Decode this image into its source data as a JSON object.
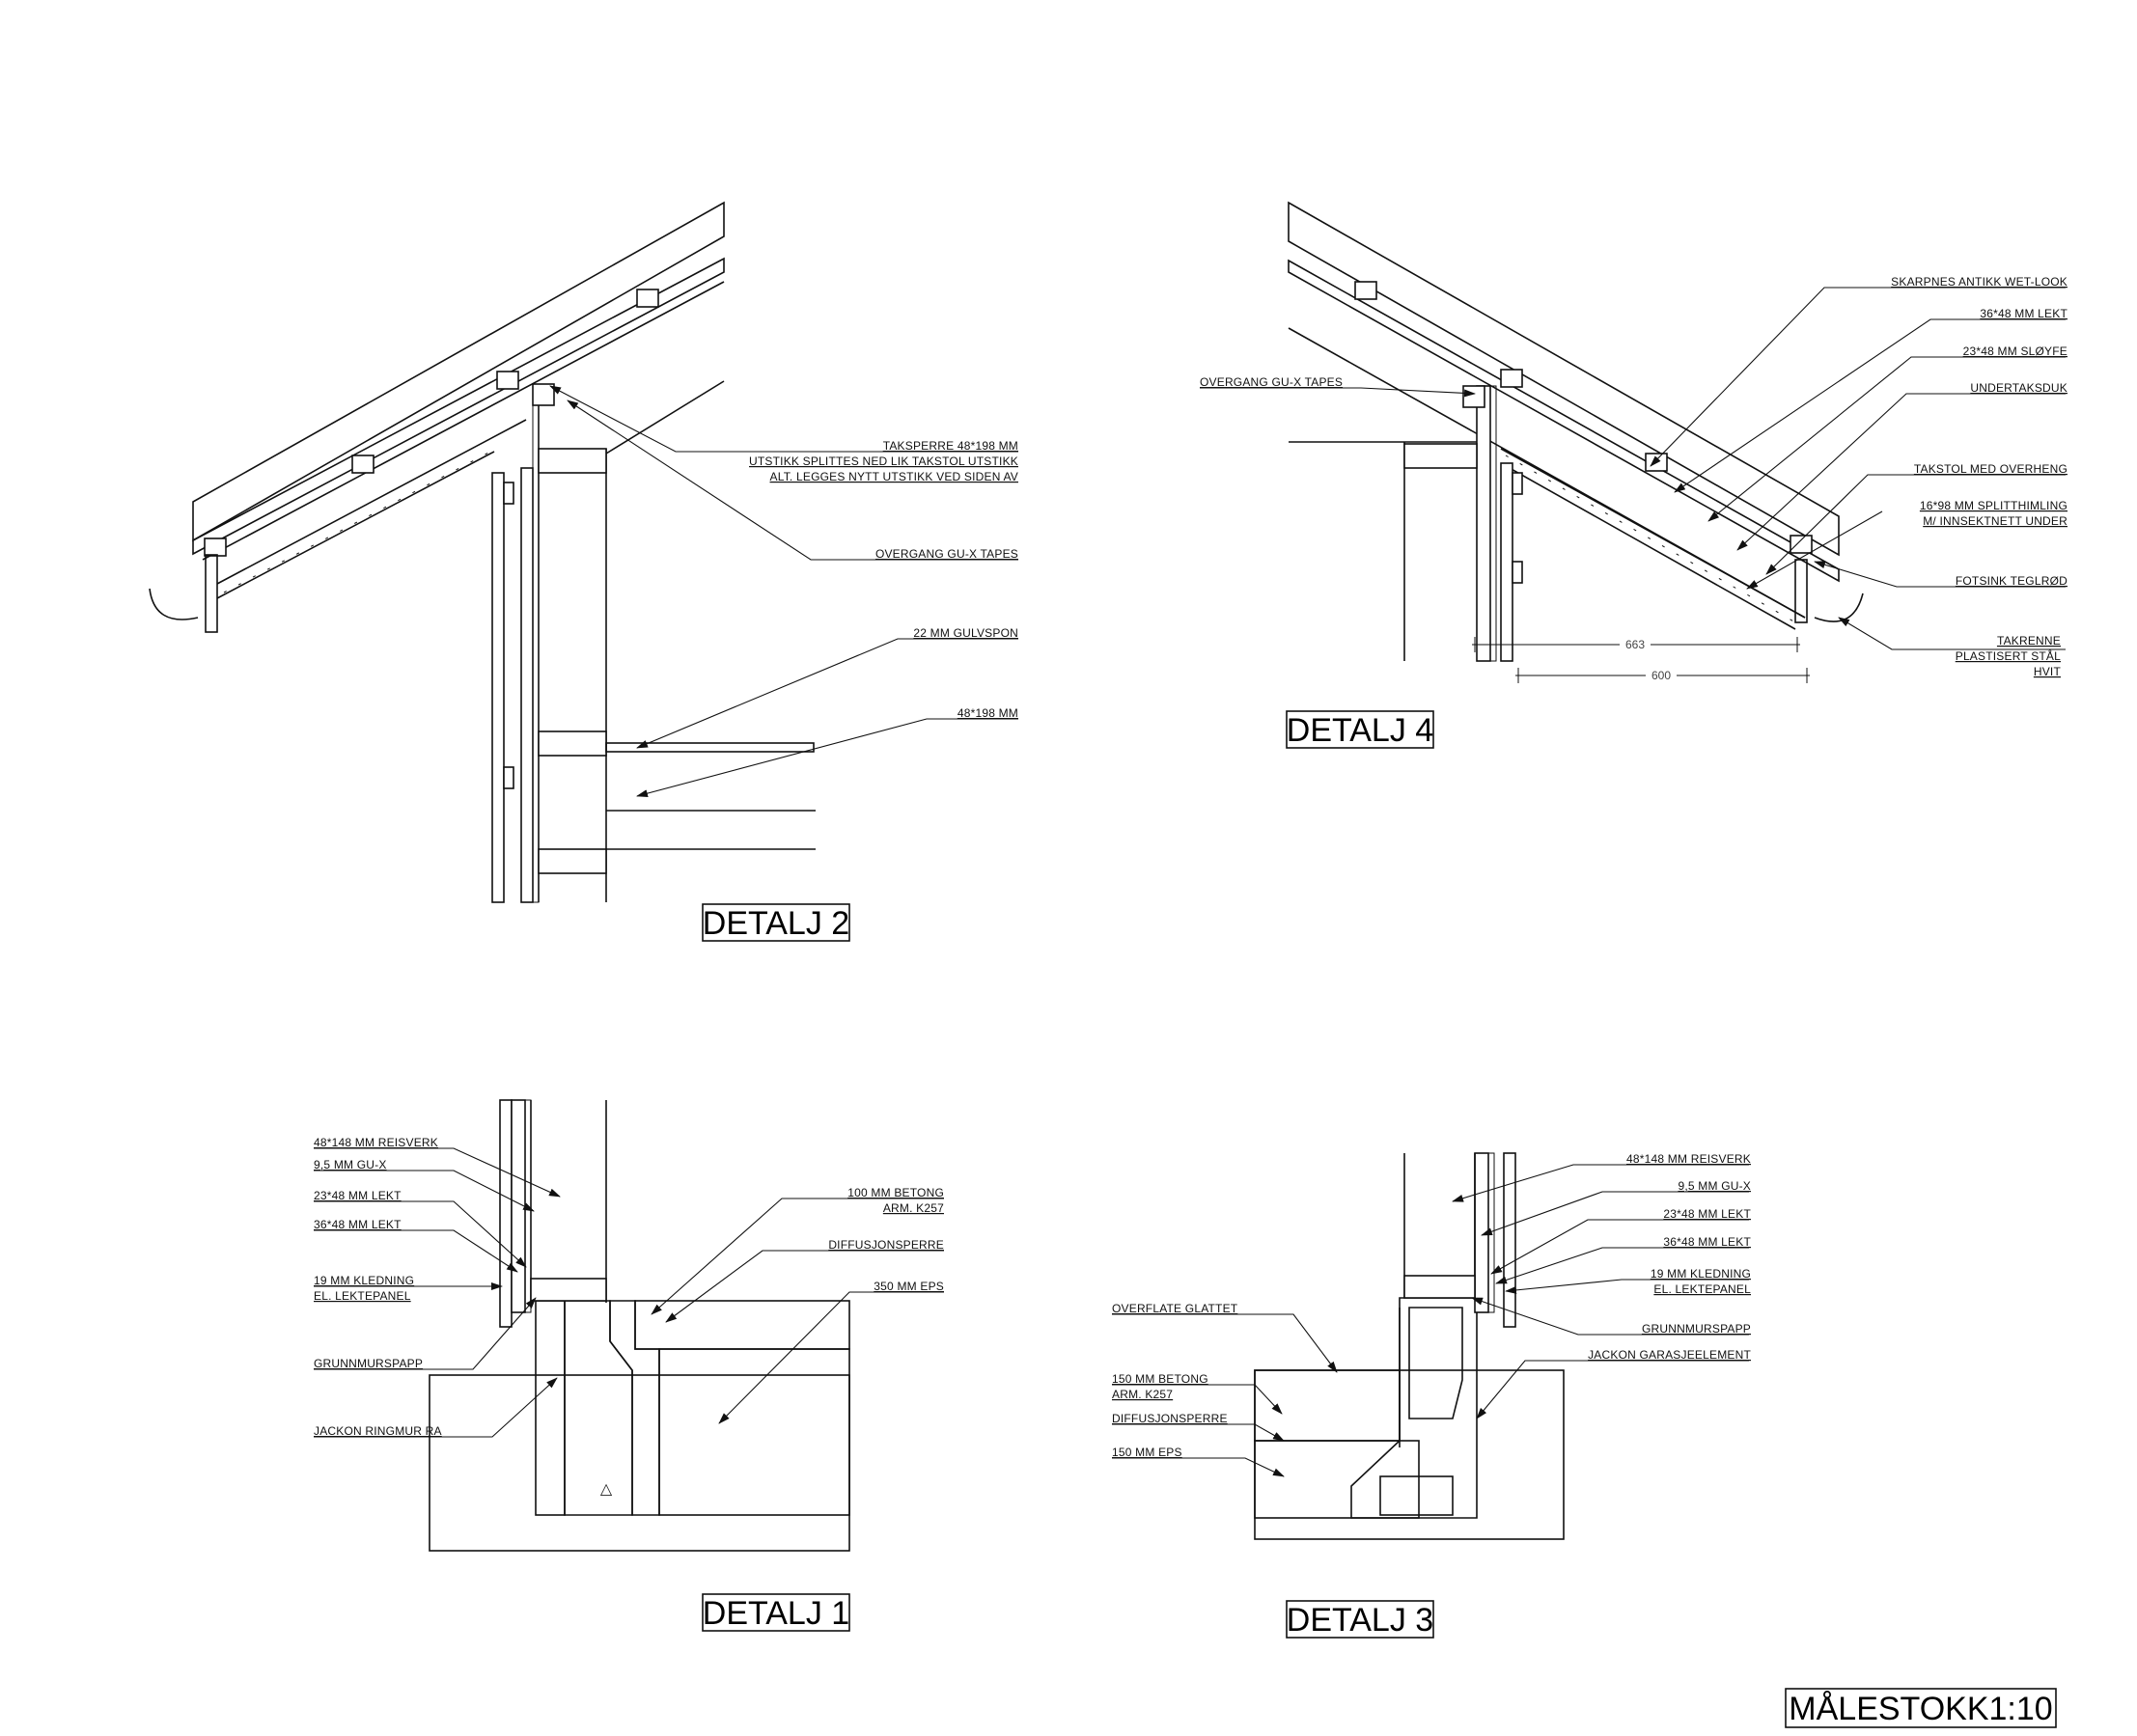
{
  "details": {
    "d2": {
      "title": "DETALJ 2",
      "labels": {
        "taksperre_1": "TAKSPERRE 48*198 MM",
        "taksperre_2": "UTSTIKK SPLITTES NED LIK TAKSTOL UTSTIKK",
        "taksperre_3": "ALT. LEGGES NYTT UTSTIKK VED SIDEN AV",
        "overgang": "OVERGANG GU-X TAPES",
        "gulvspon": "22 MM GULVSPON",
        "bjelke": "48*198 MM"
      }
    },
    "d4": {
      "title": "DETALJ 4",
      "labels": {
        "skarpnes": "SKARPNES ANTIKK WET-LOOK",
        "lekt": "36*48 MM LEKT",
        "sloyfe": "23*48 MM SLØYFE",
        "undertak": "UNDERTAKSDUK",
        "takstol": "TAKSTOL MED OVERHENG",
        "himling_1": "16*98 MM SPLITTHIMLING",
        "himling_2": "M/ INNSEKTNETT UNDER",
        "fotsink": "FOTSINK TEGLRØD",
        "takrenne_1": "TAKRENNE",
        "takrenne_2": "PLASTISERT STÅL",
        "takrenne_3": "HVIT",
        "overgang": "OVERGANG GU-X TAPES",
        "dim_663": "663",
        "dim_600": "600"
      }
    },
    "d1": {
      "title": "DETALJ 1",
      "labels": {
        "reisverk": "48*148 MM REISVERK",
        "gux": "9,5 MM GU-X",
        "lekt23": "23*48 MM LEKT",
        "lekt36": "36*48 MM LEKT",
        "kledning_1": "19 MM KLEDNING",
        "kledning_2": "EL. LEKTEPANEL",
        "grunnmurspapp": "GRUNNMURSPAPP",
        "ringmur": "JACKON RINGMUR RA",
        "betong_1": "100 MM BETONG",
        "betong_2": "ARM. K257",
        "diffusjon": "DIFFUSJONSPERRE",
        "eps": "350 MM EPS"
      }
    },
    "d3": {
      "title": "DETALJ 3",
      "labels": {
        "reisverk": "48*148 MM REISVERK",
        "gux": "9,5 MM GU-X",
        "lekt23": "23*48 MM LEKT",
        "lekt36": "36*48 MM LEKT",
        "kledning_1": "19 MM KLEDNING",
        "kledning_2": "EL. LEKTEPANEL",
        "grunnmurspapp": "GRUNNMURSPAPP",
        "garasje": "JACKON GARASJEELEMENT",
        "overflate": "OVERFLATE GLATTET",
        "betong_1": "150 MM BETONG",
        "betong_2": "ARM. K257",
        "diffusjon": "DIFFUSJONSPERRE",
        "eps": "150 MM EPS"
      }
    }
  },
  "scale": "MÅLESTOKK1:10"
}
